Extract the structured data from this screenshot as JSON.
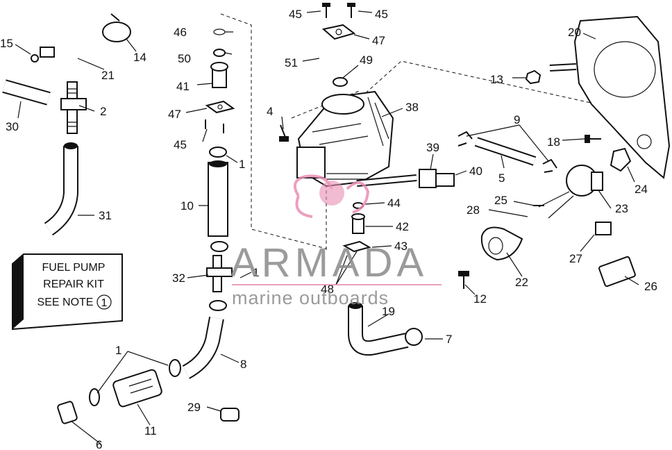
{
  "callouts": [
    {
      "id": "c45a",
      "text": "45"
    },
    {
      "id": "c45b",
      "text": "45"
    },
    {
      "id": "c47a",
      "text": "47"
    },
    {
      "id": "c46",
      "text": "46"
    },
    {
      "id": "c15",
      "text": "15"
    },
    {
      "id": "c14",
      "text": "14"
    },
    {
      "id": "c21",
      "text": "21"
    },
    {
      "id": "c50",
      "text": "50"
    },
    {
      "id": "c51",
      "text": "51"
    },
    {
      "id": "c49",
      "text": "49"
    },
    {
      "id": "c20",
      "text": "20"
    },
    {
      "id": "c13",
      "text": "13"
    },
    {
      "id": "c41",
      "text": "41"
    },
    {
      "id": "c2",
      "text": "2"
    },
    {
      "id": "c30",
      "text": "30"
    },
    {
      "id": "c47b",
      "text": "47"
    },
    {
      "id": "c4",
      "text": "4"
    },
    {
      "id": "c38",
      "text": "38"
    },
    {
      "id": "c9",
      "text": "9"
    },
    {
      "id": "c18",
      "text": "18"
    },
    {
      "id": "c45c",
      "text": "45"
    },
    {
      "id": "c1a",
      "text": "1"
    },
    {
      "id": "c39",
      "text": "39"
    },
    {
      "id": "c24",
      "text": "24"
    },
    {
      "id": "c5",
      "text": "5"
    },
    {
      "id": "c40",
      "text": "40"
    },
    {
      "id": "c10",
      "text": "10"
    },
    {
      "id": "c31",
      "text": "31"
    },
    {
      "id": "c44",
      "text": "44"
    },
    {
      "id": "c25",
      "text": "25"
    },
    {
      "id": "c23",
      "text": "23"
    },
    {
      "id": "c28",
      "text": "28"
    },
    {
      "id": "c42",
      "text": "42"
    },
    {
      "id": "c43",
      "text": "43"
    },
    {
      "id": "c27",
      "text": "27"
    },
    {
      "id": "c32",
      "text": "32"
    },
    {
      "id": "c1b",
      "text": "1"
    },
    {
      "id": "c48",
      "text": "48"
    },
    {
      "id": "c22",
      "text": "22"
    },
    {
      "id": "c26",
      "text": "26"
    },
    {
      "id": "c12",
      "text": "12"
    },
    {
      "id": "c19",
      "text": "19"
    },
    {
      "id": "c7",
      "text": "7"
    },
    {
      "id": "c1c",
      "text": "1"
    },
    {
      "id": "c8",
      "text": "8"
    },
    {
      "id": "c29",
      "text": "29"
    },
    {
      "id": "c11",
      "text": "11"
    },
    {
      "id": "c6",
      "text": "6"
    }
  ],
  "repair_kit": {
    "line1": "FUEL PUMP",
    "line2": "REPAIR KIT",
    "line3": "SEE NOTE",
    "note_number": "1"
  },
  "watermark": {
    "brand": "ARMADA",
    "tagline": "marine outboards",
    "brand_color": "#8a8a8a",
    "accent_color": "#e88fb4"
  }
}
